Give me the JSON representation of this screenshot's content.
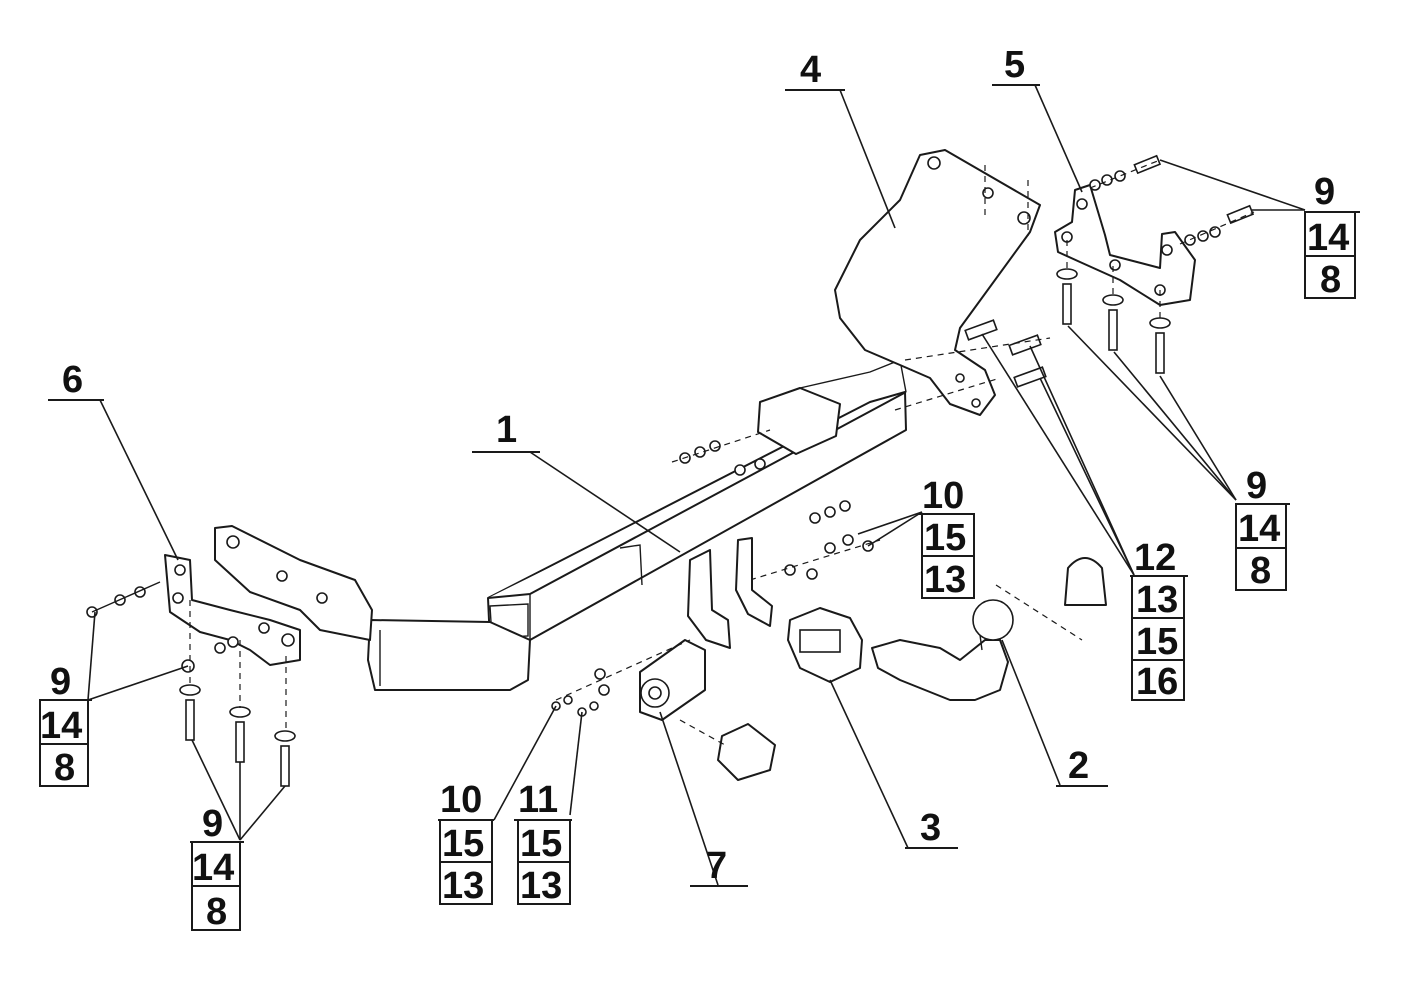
{
  "diagram": {
    "callouts": {
      "part_1": "1",
      "part_2": "2",
      "part_3": "3",
      "part_4": "4",
      "part_5": "5",
      "part_6": "6",
      "part_7": "7"
    },
    "stacks": {
      "top_right": [
        "9",
        "14",
        "8"
      ],
      "mid_right": [
        "9",
        "14",
        "8"
      ],
      "left_upper": [
        "9",
        "14",
        "8"
      ],
      "left_lower": [
        "9",
        "14",
        "8"
      ],
      "center_upper": [
        "10",
        "15",
        "13"
      ],
      "center_lower_a": [
        "10",
        "15",
        "13"
      ],
      "center_lower_b": [
        "11",
        "15",
        "13"
      ],
      "right_long": [
        "12",
        "13",
        "15",
        "16"
      ]
    }
  }
}
